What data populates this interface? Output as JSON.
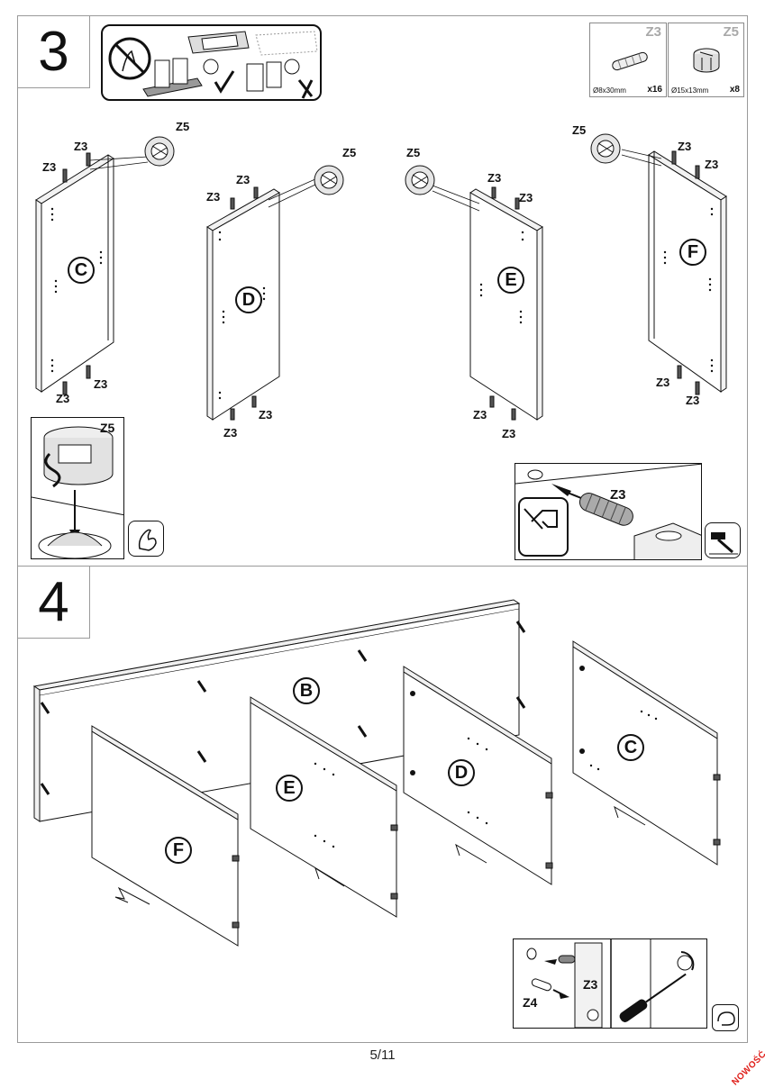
{
  "step3": {
    "number": "3",
    "hardware": [
      {
        "code": "Z3",
        "dimension": "Ø8x30mm",
        "quantity": "x16",
        "icon": "wooden-dowel-icon"
      },
      {
        "code": "Z5",
        "dimension": "Ø15x13mm",
        "quantity": "x8",
        "icon": "cam-lock-icon"
      }
    ],
    "panels": [
      {
        "letter": "C"
      },
      {
        "letter": "D"
      },
      {
        "letter": "E"
      },
      {
        "letter": "F"
      }
    ],
    "labels": {
      "z3": "Z3",
      "z5": "Z5"
    }
  },
  "step4": {
    "number": "4",
    "panels": [
      {
        "letter": "B"
      },
      {
        "letter": "F"
      },
      {
        "letter": "E"
      },
      {
        "letter": "D"
      },
      {
        "letter": "C"
      }
    ],
    "detail_labels": {
      "z3": "Z3",
      "z4": "Z4"
    }
  },
  "footer": {
    "page": "5/11",
    "badge": "NOWOŚĆ",
    "badge_color": "#e0201b"
  }
}
